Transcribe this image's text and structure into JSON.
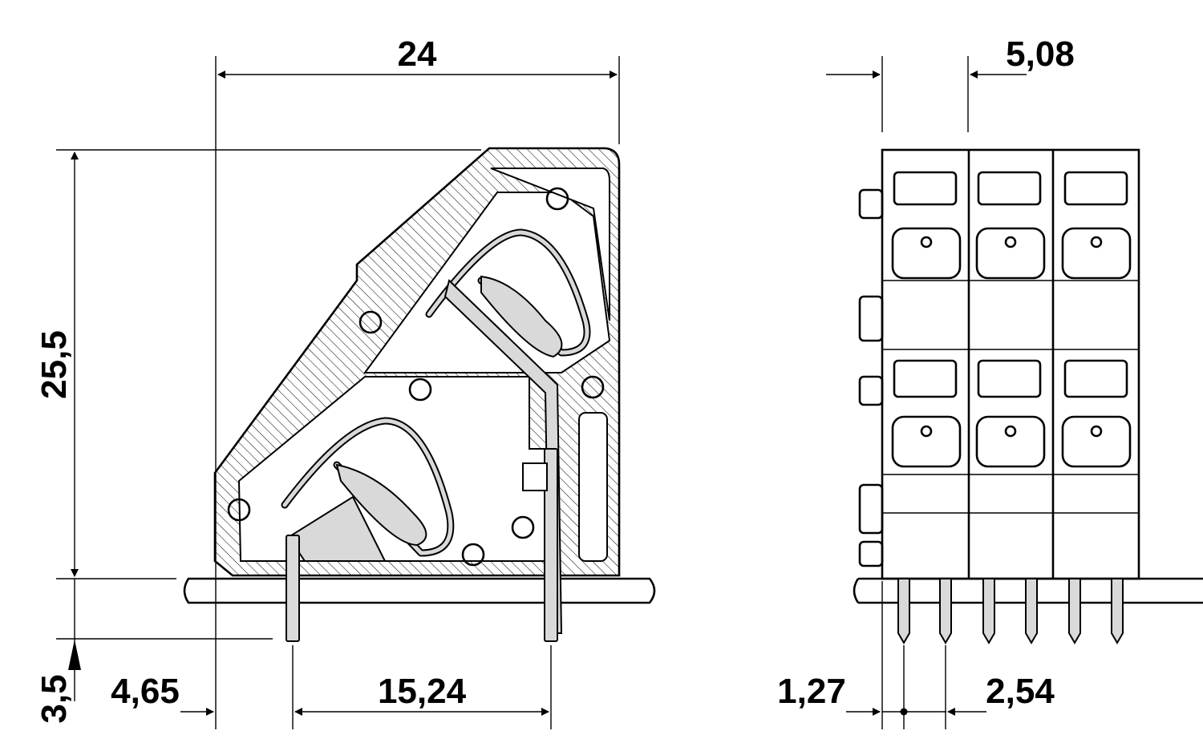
{
  "dimensions": {
    "side_width": "24",
    "side_height": "25,5",
    "pin_length": "3,5",
    "pin_offset": "4,65",
    "pin_spacing": "15,24",
    "pitch": "5,08",
    "pin_half_offset": "1,27",
    "pin_pitch": "2,54"
  },
  "colors": {
    "line": "#000000",
    "spring_fill": "#d9d9d9",
    "background": "#ffffff"
  }
}
